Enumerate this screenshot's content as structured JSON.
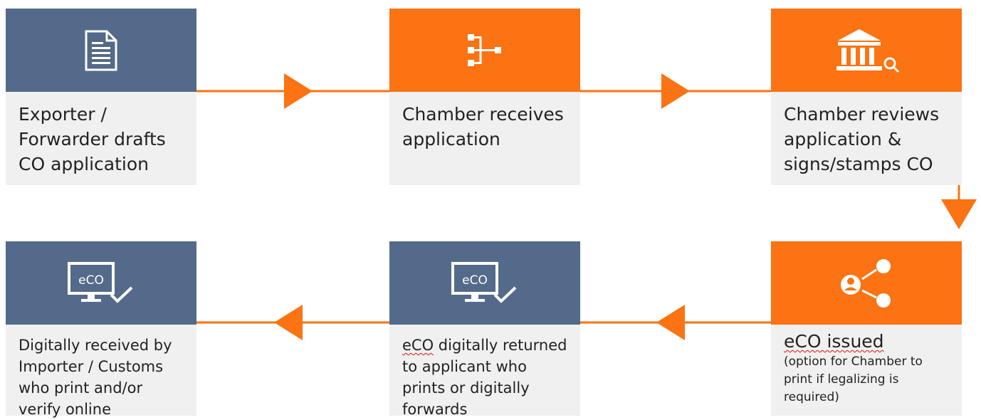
{
  "steps": [
    {
      "label": "Exporter / Forwarder drafts CO application",
      "icon": "document-icon",
      "color": "#546a8a"
    },
    {
      "label": "Chamber receives application",
      "icon": "flowchart-icon",
      "color": "#fb7312"
    },
    {
      "label": "Chamber reviews application & signs/stamps CO",
      "icon": "bank-search-icon",
      "color": "#fb7312"
    },
    {
      "label": "eCO issued",
      "sublabel": "(option for Chamber to print if legalizing is required)",
      "icon": "share-user-icon",
      "color": "#fb7312"
    },
    {
      "label": "eCO digitally returned to applicant who prints or digitally forwards",
      "icon": "monitor-eco-check-icon",
      "color": "#546a8a"
    },
    {
      "label": "Digitally received by Importer / Customs who print and/or verify online",
      "icon": "monitor-eco-check-icon",
      "color": "#546a8a"
    }
  ],
  "icon_text": "eCO",
  "colors": {
    "accent": "#fb7312",
    "neutral": "#546a8a",
    "panel": "#f0f0f0"
  }
}
